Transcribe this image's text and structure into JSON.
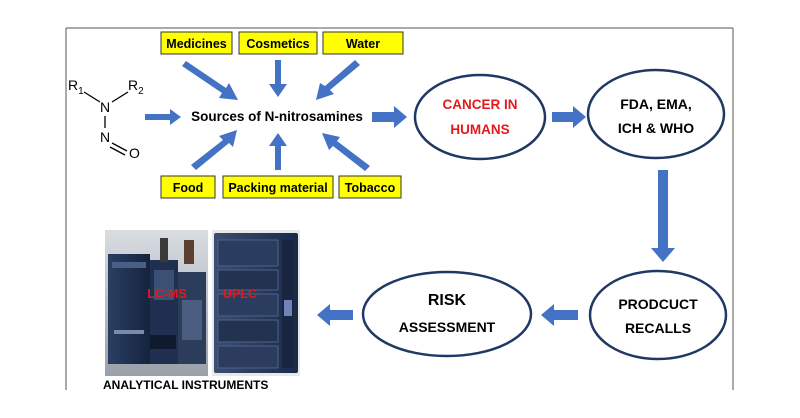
{
  "chemical_structure": {
    "r1": "R",
    "r1_sub": "1",
    "r2": "R",
    "r2_sub": "2",
    "n_amine": "N",
    "n_nitroso": "N",
    "oxygen": "O"
  },
  "sources": {
    "top": [
      "Medicines",
      "Cosmetics",
      "Water"
    ],
    "bottom": [
      "Food",
      "Packing material",
      "Tobacco"
    ],
    "center_label": "Sources of N-nitrosamines"
  },
  "flow": {
    "cancer": [
      "CANCER IN",
      "HUMANS"
    ],
    "regulators": [
      "FDA, EMA,",
      "ICH & WHO"
    ],
    "recalls": [
      "PRODCUCT",
      "RECALLS"
    ],
    "risk": [
      "RISK",
      "ASSESSMENT"
    ]
  },
  "instruments": {
    "lcms_label": "LC-MS",
    "uplc_label": "UPLC",
    "caption": "ANALYTICAL INSTRUMENTS"
  },
  "colors": {
    "arrow": "#4472c4",
    "ellipse_stroke": "#1f3864",
    "source_box_fill": "#ffff00",
    "cancer_text": "#e31a1c",
    "instrument_label": "#e31a1c"
  }
}
